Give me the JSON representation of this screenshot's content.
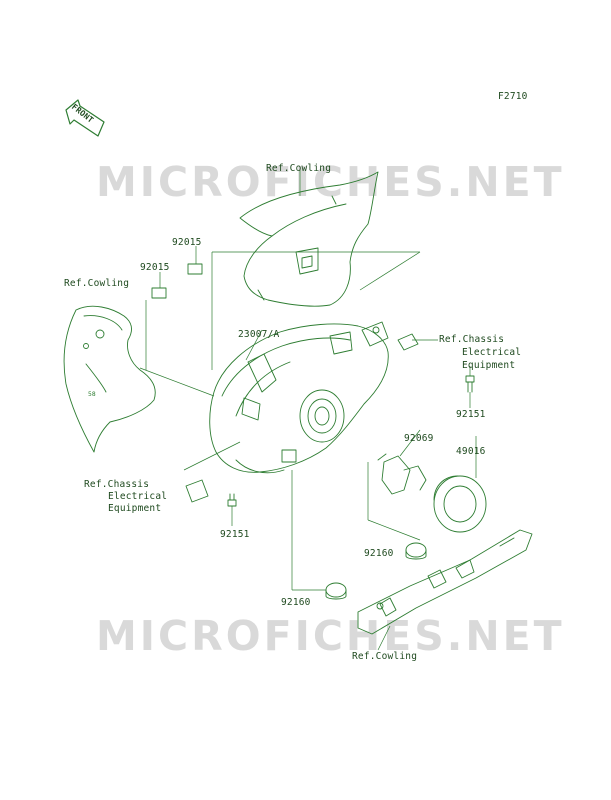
{
  "figure_code": "F2710",
  "front_tag": "FRONT",
  "watermark": "MICROFICHES.NET",
  "labels": {
    "ref_cowling_top": "Ref.Cowling",
    "ref_cowling_left": "Ref.Cowling",
    "ref_cowling_bottom": "Ref.Cowling",
    "part_92015_a": "92015",
    "part_92015_b": "92015",
    "part_23007a": "23007/A",
    "ref_chassis_right_1": "Ref.Chassis",
    "ref_chassis_right_2": "Electrical",
    "ref_chassis_right_3": "Equipment",
    "part_92151_right": "92151",
    "part_92069": "92069",
    "part_49016": "49016",
    "ref_chassis_left_1": "Ref.Chassis",
    "ref_chassis_left_2": "Electrical",
    "ref_chassis_left_3": "Equipment",
    "part_92151_left": "92151",
    "part_92160_right": "92160",
    "part_92160_left": "92160"
  },
  "colors": {
    "line": "#2e7d32",
    "label": "#1f4a1f",
    "watermark": "#d9d9d9"
  }
}
